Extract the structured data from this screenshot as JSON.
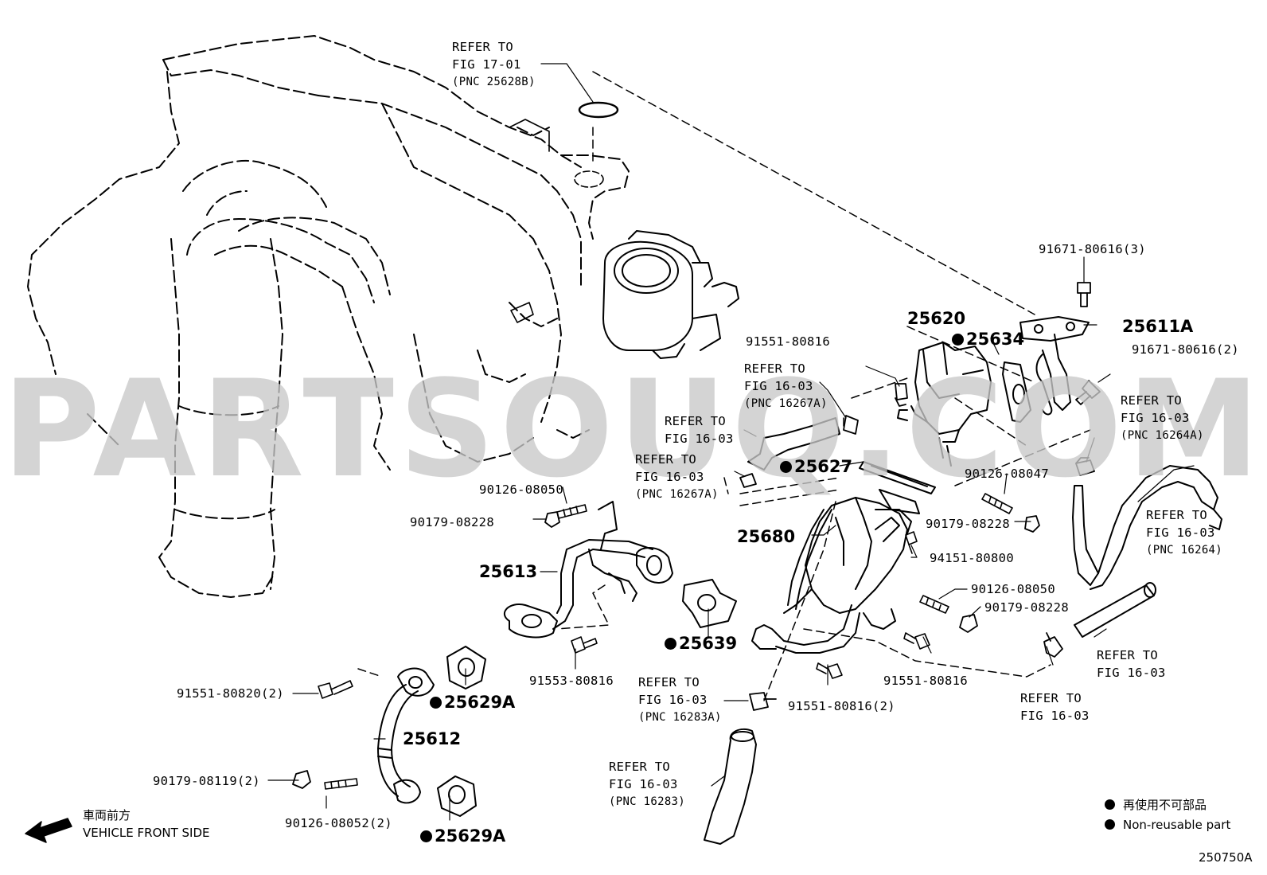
{
  "watermark": "PARTSOUQ.COM",
  "refs": {
    "fig1701": [
      "REFER TO",
      "FIG 17-01",
      "(PNC 25628B)"
    ],
    "fig1603_a": [
      "REFER TO",
      "FIG 16-03",
      "(PNC 16267A)"
    ],
    "fig1603_b": [
      "REFER TO",
      "FIG 16-03"
    ],
    "fig1603_c": [
      "REFER TO",
      "FIG 16-03",
      "(PNC 16267A)"
    ],
    "fig1603_d": [
      "REFER TO",
      "FIG 16-03",
      "(PNC 16264A)"
    ],
    "fig1603_e": [
      "REFER TO",
      "FIG 16-03",
      "(PNC 16264)"
    ],
    "fig1603_f": [
      "REFER TO",
      "FIG 16-03"
    ],
    "fig1603_g": [
      "REFER TO",
      "FIG 16-03"
    ],
    "fig1603_h": [
      "REFER TO",
      "FIG 16-03",
      "(PNC 16283A)"
    ],
    "fig1603_i": [
      "REFER TO",
      "FIG 16-03",
      "(PNC 16283)"
    ]
  },
  "parts": {
    "p91671_3": "91671-80616(3)",
    "p25611A": "25611A",
    "p25620": "25620",
    "p25634": "25634",
    "p91551_816a": "91551-80816",
    "p91671_2": "91671-80616(2)",
    "p25627": "25627",
    "p90126_08047": "90126-08047",
    "p90126_08050a": "90126-08050",
    "p90179_08228a": "90179-08228",
    "p25680": "25680",
    "p90179_08228b": "90179-08228",
    "p94151": "94151-80800",
    "p90126_08050b": "90126-08050",
    "p90179_08228c": "90179-08228",
    "p25613": "25613",
    "p25639": "25639",
    "p91553": "91553-80816",
    "p91551_816b": "91551-80816",
    "p91551_816_2": "91551-80816(2)",
    "p91551_820_2": "91551-80820(2)",
    "p25629A_a": "25629A",
    "p25612": "25612",
    "p90179_08119": "90179-08119(2)",
    "p90126_08052": "90126-08052(2)",
    "p25629A_b": "25629A"
  },
  "legend": {
    "jp": "再使用不可部品",
    "en": "Non-reusable part"
  },
  "front": {
    "jp": "車両前方",
    "en": "VEHICLE FRONT SIDE"
  },
  "illustration_number": "250750A"
}
